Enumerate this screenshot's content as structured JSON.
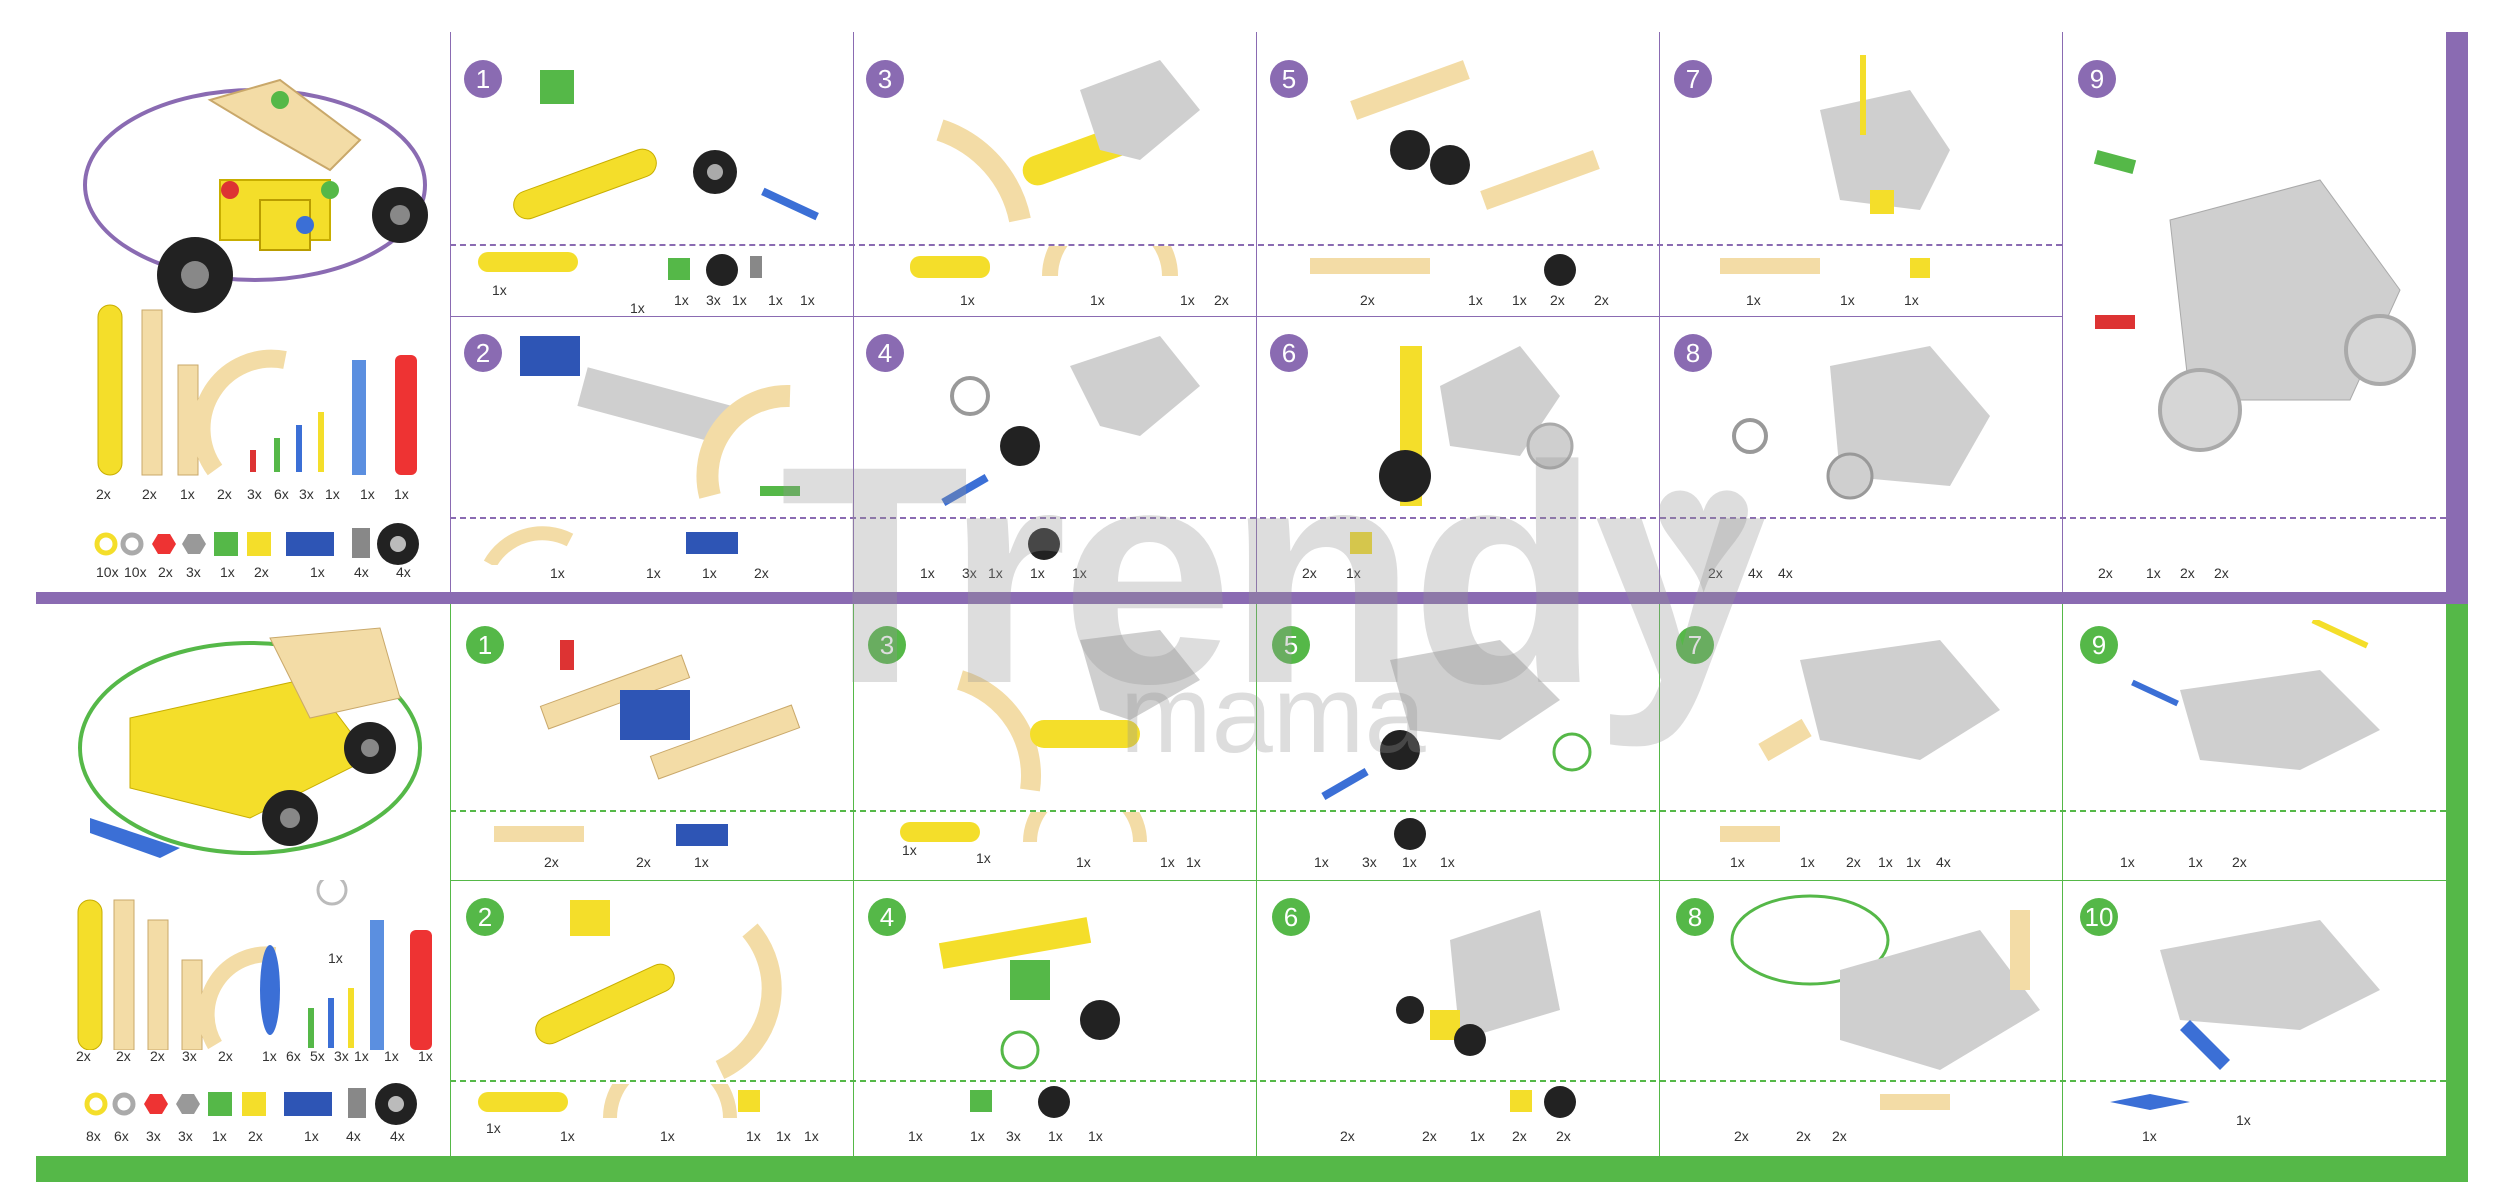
{
  "colors": {
    "purple": "#8a6bb2",
    "green": "#55b848",
    "wood": "#f3dca6",
    "yellow": "#f4de2a",
    "grey": "#c8c8c8"
  },
  "watermark": {
    "main": "Trendy",
    "sub": "mama"
  },
  "model1": {
    "steps": [
      "1",
      "2",
      "3",
      "4",
      "5",
      "6",
      "7",
      "8",
      "9"
    ],
    "overview_counts": [
      "2x",
      "2x",
      "1x",
      "2x",
      "3x",
      "6x",
      "3x",
      "1x",
      "1x",
      "1x"
    ],
    "overview_counts2": [
      "10x",
      "10x",
      "2x",
      "3x",
      "1x",
      "2x",
      "1x",
      "4x",
      "4x"
    ],
    "cells": {
      "s1": [
        "1x",
        "1x",
        "1x",
        "3x",
        "1x",
        "1x",
        "1x"
      ],
      "s2": [
        "1x",
        "1x",
        "1x",
        "2x"
      ],
      "s3": [
        "1x",
        "1x",
        "1x",
        "2x"
      ],
      "s4": [
        "1x",
        "3x",
        "1x",
        "1x",
        "1x"
      ],
      "s5": [
        "2x",
        "1x",
        "1x",
        "2x",
        "2x"
      ],
      "s6": [
        "2x",
        "1x"
      ],
      "s7": [
        "1x",
        "1x",
        "1x"
      ],
      "s8": [
        "2x",
        "4x",
        "4x"
      ],
      "s9": [
        "2x",
        "1x",
        "2x",
        "2x"
      ]
    }
  },
  "model2": {
    "steps": [
      "1",
      "2",
      "3",
      "4",
      "5",
      "6",
      "7",
      "8",
      "9",
      "10"
    ],
    "overview_spool": "1x",
    "overview_counts": [
      "2x",
      "2x",
      "2x",
      "3x",
      "2x",
      "1x",
      "6x",
      "5x",
      "3x",
      "1x",
      "1x",
      "1x"
    ],
    "overview_counts2": [
      "8x",
      "6x",
      "3x",
      "3x",
      "1x",
      "2x",
      "1x",
      "4x",
      "4x"
    ],
    "cells": {
      "s1": [
        "2x",
        "2x",
        "1x"
      ],
      "s2": [
        "1x",
        "1x",
        "1x",
        "1x",
        "1x",
        "1x"
      ],
      "s3": [
        "1x",
        "1x",
        "1x",
        "1x",
        "1x"
      ],
      "s4": [
        "1x",
        "1x",
        "3x",
        "1x",
        "1x"
      ],
      "s5": [
        "1x",
        "3x",
        "1x",
        "1x"
      ],
      "s6": [
        "2x",
        "2x",
        "1x",
        "2x",
        "2x"
      ],
      "s7": [
        "1x",
        "1x",
        "2x",
        "1x",
        "1x",
        "4x"
      ],
      "s8": [
        "2x",
        "2x",
        "2x"
      ],
      "s9": [
        "1x",
        "1x",
        "2x"
      ],
      "s10": [
        "1x",
        "1x"
      ]
    }
  }
}
